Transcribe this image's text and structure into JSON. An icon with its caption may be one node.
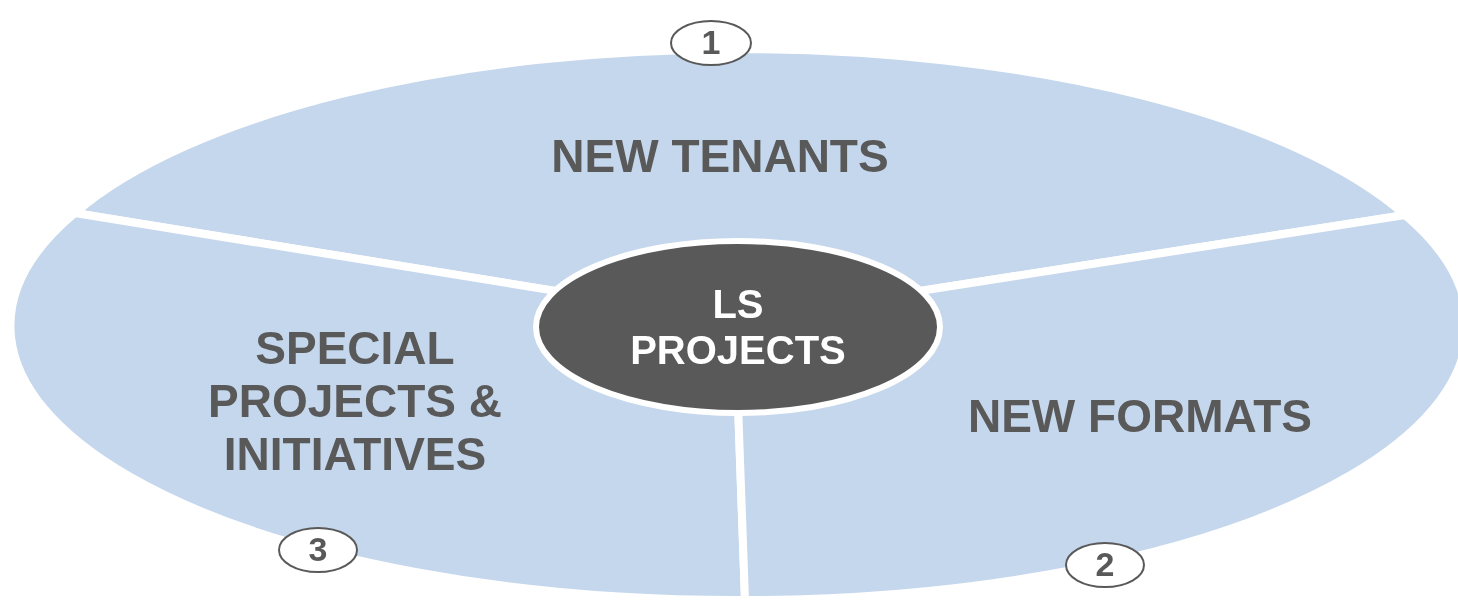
{
  "diagram": {
    "nodes": [
      {
        "text": [
          "1"
        ]
      },
      {
        "text": [
          "NEW TENANTS"
        ]
      },
      {
        "text": [
          "LS PROJECTS"
        ]
      },
      {
        "text": [
          "SPECIAL PROJECTS & INITIATIVES"
        ]
      },
      {
        "text": [
          "NEW FORMATS"
        ]
      },
      {
        "text": [
          "3"
        ]
      },
      {
        "text": [
          "2"
        ]
      }
    ]
  }
}
